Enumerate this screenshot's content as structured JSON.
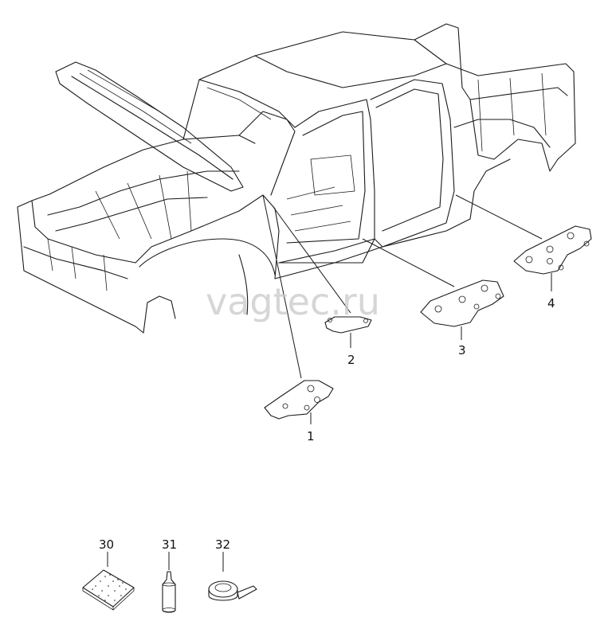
{
  "watermark": "vagtec.ru",
  "callouts": {
    "c1": "1",
    "c2": "2",
    "c3": "3",
    "c4": "4",
    "c30": "30",
    "c31": "31",
    "c32": "32"
  }
}
